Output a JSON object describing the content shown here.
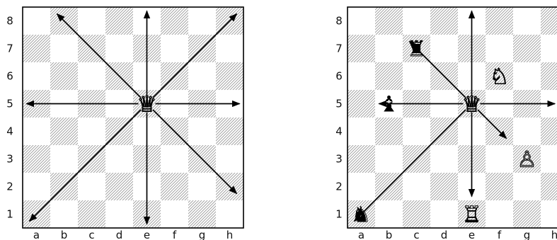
{
  "files": [
    "a",
    "b",
    "c",
    "d",
    "e",
    "f",
    "g",
    "h"
  ],
  "ranks": [
    "8",
    "7",
    "6",
    "5",
    "4",
    "3",
    "2",
    "1"
  ],
  "boards": [
    {
      "id": "left",
      "pieces": [
        {
          "square": "e5",
          "color": "white",
          "type": "queen"
        }
      ],
      "arrows": [
        {
          "from": "e5",
          "to": "e8"
        },
        {
          "from": "e5",
          "to": "e1"
        },
        {
          "from": "e5",
          "to": "a5"
        },
        {
          "from": "e5",
          "to": "h5"
        },
        {
          "from": "e5",
          "to": "b8"
        },
        {
          "from": "e5",
          "to": "h8"
        },
        {
          "from": "e5",
          "to": "a1"
        },
        {
          "from": "e5",
          "to": "h2"
        }
      ]
    },
    {
      "id": "right",
      "pieces": [
        {
          "square": "e5",
          "color": "white",
          "type": "queen"
        },
        {
          "square": "c7",
          "color": "black",
          "type": "rook"
        },
        {
          "square": "f6",
          "color": "white",
          "type": "knight"
        },
        {
          "square": "b5",
          "color": "black",
          "type": "bishop"
        },
        {
          "square": "g3",
          "color": "white",
          "type": "pawn"
        },
        {
          "square": "a1",
          "color": "black",
          "type": "knight"
        },
        {
          "square": "e1",
          "color": "white",
          "type": "rook"
        }
      ],
      "arrows": [
        {
          "from": "e5",
          "to": "e8"
        },
        {
          "from": "e5",
          "to": "e2"
        },
        {
          "from": "e5",
          "to": "b5"
        },
        {
          "from": "e5",
          "to": "h5"
        },
        {
          "from": "e5",
          "to": "c7"
        },
        {
          "from": "e5",
          "to": "f4"
        },
        {
          "from": "e5",
          "to": "a1"
        }
      ]
    }
  ]
}
